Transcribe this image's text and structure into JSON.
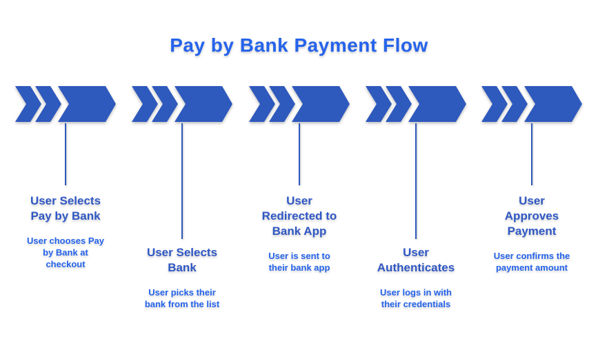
{
  "title": "Pay by Bank Payment Flow",
  "colors": {
    "accent": "#2563eb",
    "chevron": "#2e59bd",
    "heading": "#3058c4",
    "description": "#2563eb",
    "connector": "#2d5abc"
  },
  "steps": [
    {
      "heading": "User Selects\nPay by Bank",
      "description": "User chooses Pay\nby Bank at\ncheckout"
    },
    {
      "heading": "User Selects\nBank",
      "description": "User picks their\nbank from the list"
    },
    {
      "heading": "User\nRedirected to\nBank App",
      "description": "User is sent to\ntheir bank app"
    },
    {
      "heading": "User\nAuthenticates",
      "description": "User logs in with\ntheir credentials"
    },
    {
      "heading": "User\nApproves\nPayment",
      "description": "User confirms the\npayment amount"
    }
  ]
}
